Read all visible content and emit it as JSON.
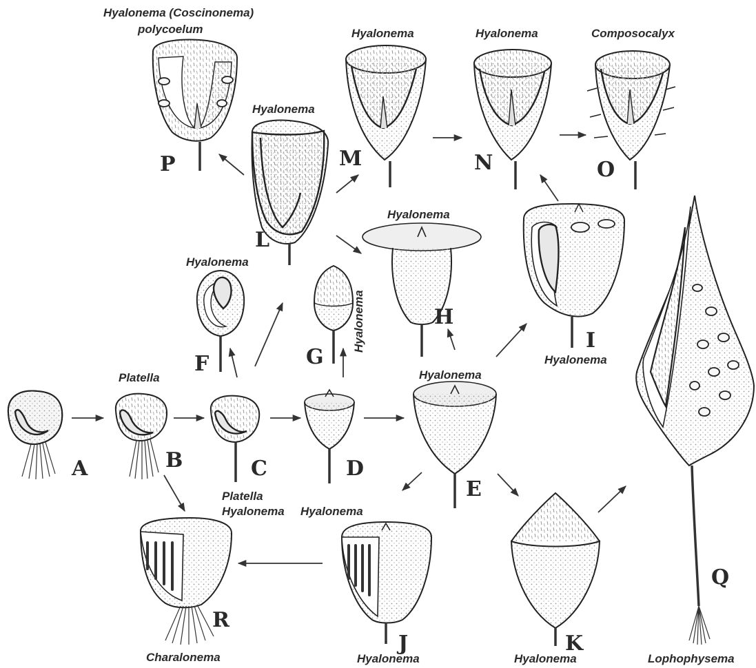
{
  "letters": [
    "A",
    "B",
    "C",
    "D",
    "E",
    "F",
    "G",
    "H",
    "I",
    "J",
    "K",
    "L",
    "M",
    "N",
    "O",
    "P",
    "Q",
    "R"
  ],
  "labels": {
    "P_line1": "Hyalonema (Coscinonema)",
    "P_line2": "polycoelum",
    "M": "Hyalonema",
    "N": "Hyalonema",
    "O": "Composocalyx",
    "L": "Hyalonema",
    "H": "Hyalonema",
    "F": "Hyalonema",
    "G": "Hyalonema",
    "I": "Hyalonema",
    "E": "Hyalonema",
    "B": "Platella",
    "C_line1": "Platella",
    "C_line2": "Hyalonema",
    "D": "Hyalonema",
    "R": "Charalonema",
    "J": "Hyalonema",
    "K": "Hyalonema",
    "Q": "Lophophysema"
  },
  "colors": {
    "ink": "#222222",
    "paper": "#ffffff",
    "stipple": "#9a9a9a"
  }
}
